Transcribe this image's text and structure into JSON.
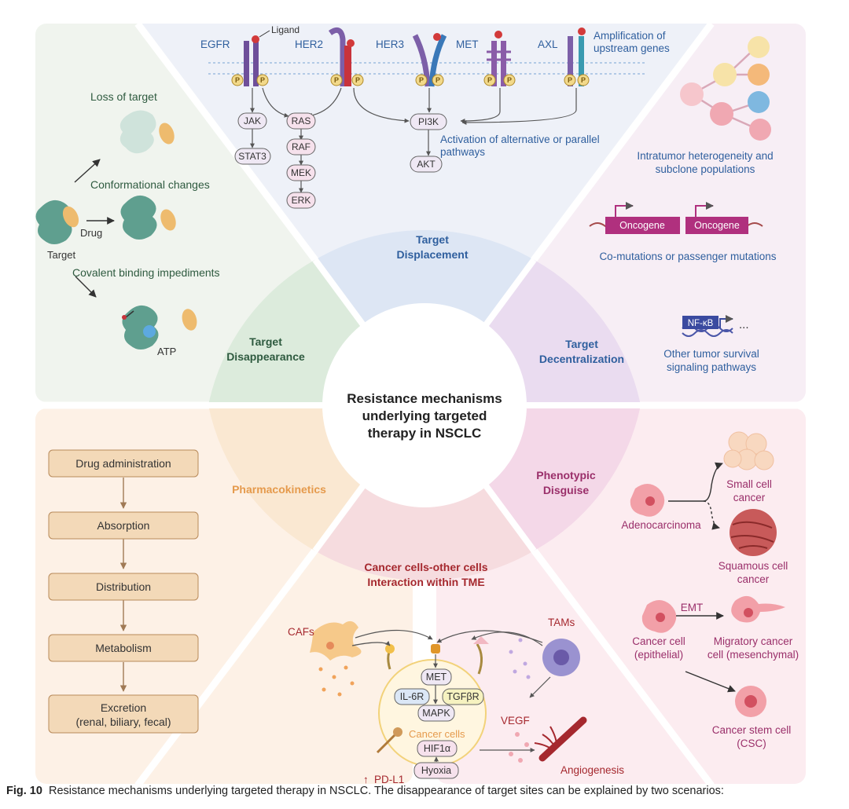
{
  "center": {
    "title_lines": [
      "Resistance mechanisms",
      "underlying targeted",
      "therapy in NSCLC"
    ]
  },
  "categories": {
    "target_displacement": [
      "Target",
      "Displacement"
    ],
    "target_disappearance": [
      "Target",
      "Disappearance"
    ],
    "target_decentralization": [
      "Target",
      "Decentralization"
    ],
    "pharmacokinetics": [
      "Pharmacokinetics"
    ],
    "phenotypic_disguise": [
      "Phenotypic",
      "Disguise"
    ],
    "tme_interaction": [
      "Cancer cells-other cells",
      "Interaction within TME"
    ]
  },
  "colors": {
    "displacement": "#2f5f9e",
    "disappearance": "#2e5a3f",
    "decentralization": "#2f5f9e",
    "pharmacokinetics": "#e59a4c",
    "phenotypic": "#9a2f6a",
    "tme": "#a5282e",
    "receptor": "#7c5fa8",
    "node_fill": "#efe8f4",
    "pk_box": "#f3d9b8"
  },
  "receptors": {
    "ligand_label": "Ligand",
    "names": [
      "EGFR",
      "HER2",
      "HER3",
      "MET",
      "AXL"
    ],
    "phospho_label": "P",
    "amplification_lines": [
      "Amplification of",
      "upstream genes"
    ]
  },
  "pathway": {
    "jak": "JAK",
    "stat3": "STAT3",
    "ras": "RAS",
    "raf": "RAF",
    "mek": "MEK",
    "erk": "ERK",
    "pi3k": "PI3K",
    "akt": "AKT",
    "activation_lines": [
      "Activation of alternative or parallel",
      "pathways"
    ]
  },
  "disappearance": {
    "loss_of_target": "Loss of target",
    "conformational_changes": "Conformational changes",
    "drug": "Drug",
    "target": "Target",
    "covalent": "Covalent binding impediments",
    "atp": "ATP"
  },
  "decentralization": {
    "heterogeneity_lines": [
      "Intratumor heterogeneity and",
      "subclone populations"
    ],
    "oncogene": "Oncogene",
    "comutations": "Co-mutations or passenger mutations",
    "nfkb": "NF-κB",
    "ellipsis": "...",
    "other_pathways_lines": [
      "Other tumor survival",
      "signaling pathways"
    ]
  },
  "pk_steps": [
    "Drug administration",
    "Absorption",
    "Distribution",
    "Metabolism",
    "Excretion"
  ],
  "pk_excretion_sub": "(renal, biliary, fecal)",
  "tme": {
    "cafs": "CAFs",
    "tams": "TAMs",
    "met": "MET",
    "il6r": "IL-6R",
    "tgfbr": "TGFβR",
    "mapk": "MAPK",
    "cancer_cells": "Cancer cells",
    "hif1a": "HIF1α",
    "hypoxia": "Hyoxia",
    "vegf": "VEGF",
    "angiogenesis": "Angiogenesis",
    "pdl1": "PD-L1",
    "up_arrow": "↑"
  },
  "phenotypic": {
    "adenocarcinoma": "Adenocarcinoma",
    "small_cell_lines": [
      "Small cell",
      "cancer"
    ],
    "squamous_lines": [
      "Squamous cell",
      "cancer"
    ],
    "emt": "EMT",
    "cancer_cell_lines": [
      "Cancer cell",
      "(epithelial)"
    ],
    "migratory_lines": [
      "Migratory cancer",
      "cell (mesenchymal)"
    ],
    "csc_lines": [
      "Cancer stem cell",
      "(CSC)"
    ]
  },
  "caption": {
    "fig_label": "Fig. 10",
    "text": "Resistance mechanisms underlying targeted therapy in NSCLC. The disappearance of target sites can be explained by two scenarios:"
  }
}
